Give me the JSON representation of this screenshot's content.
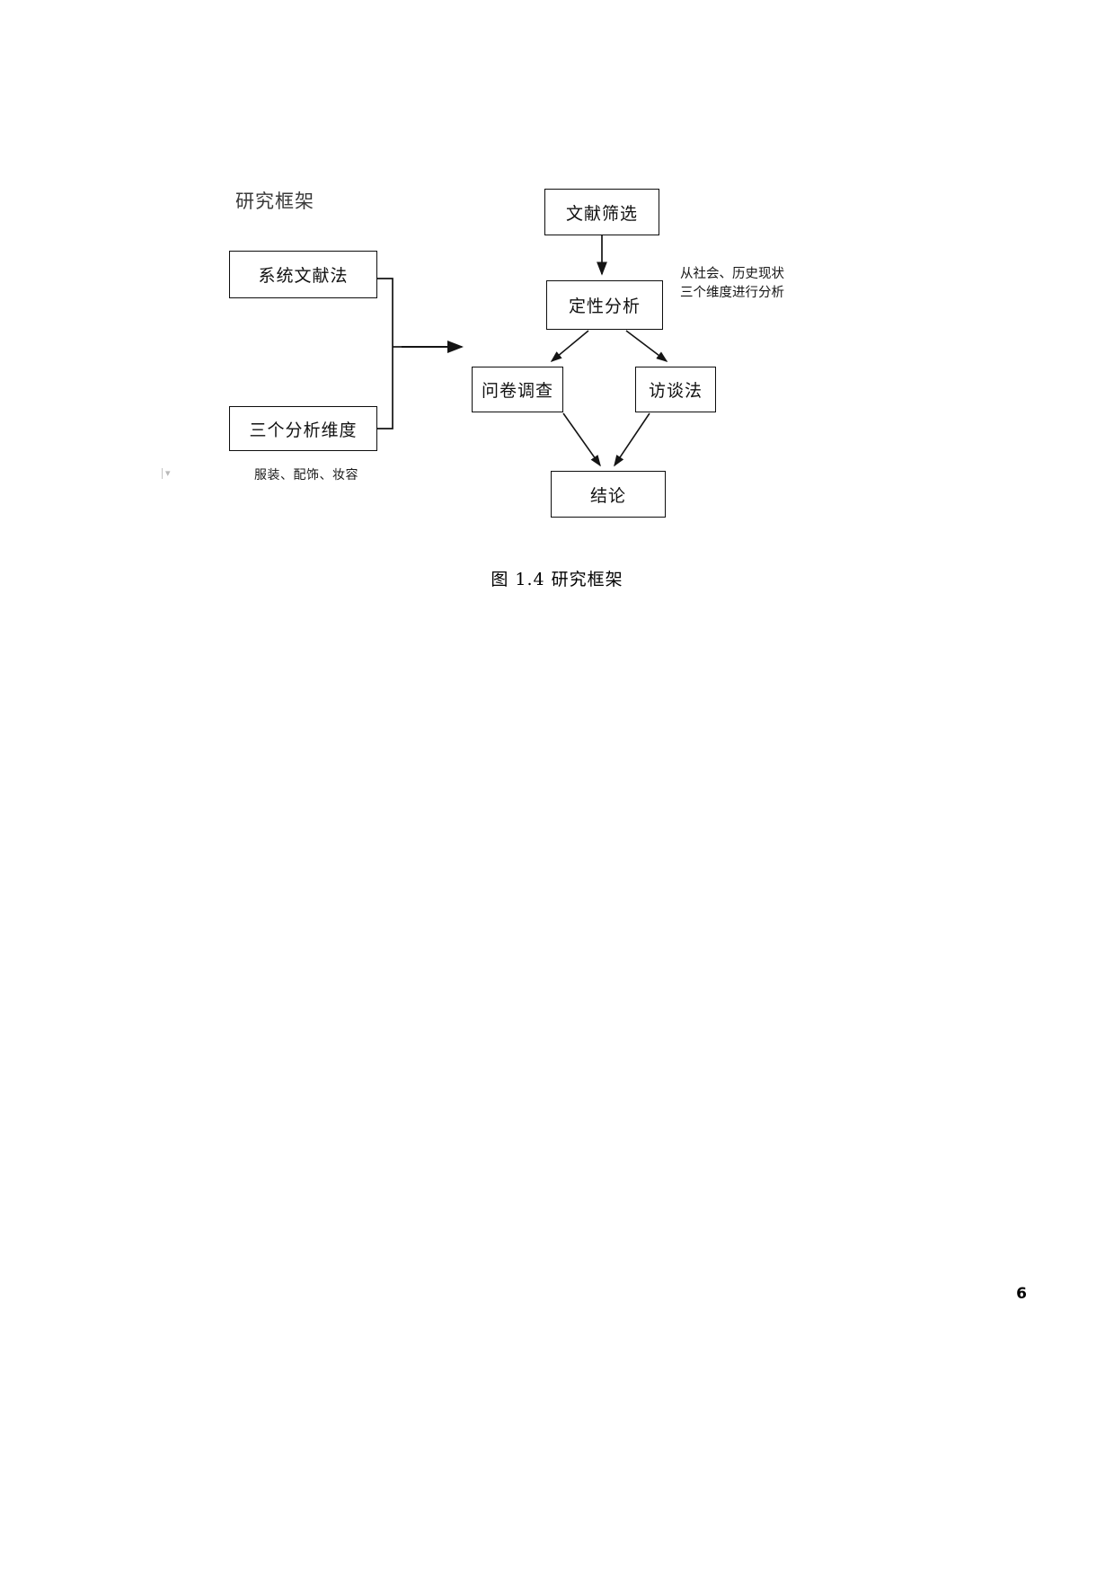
{
  "page": {
    "number": "6"
  },
  "figure": {
    "heading": "研究框架",
    "caption": "图 1.4 研究框架",
    "side_annotation": "从社会、历史现状三个维度进行分析",
    "dims_note": "服装、配饰、妆容",
    "stray_caret": "▾",
    "nodes": {
      "systematic_literature": "系统文献法",
      "three_dimensions": "三个分析维度",
      "literature_screening": "文献筛选",
      "qualitative_analysis": "定性分析",
      "questionnaire_survey": "问卷调查",
      "interview_method": "访谈法",
      "conclusion": "结论"
    },
    "colors": {
      "box_border": "#0d0d0d",
      "text": "#111111",
      "heading": "#3a3a3a",
      "connector": "#141414",
      "background": "#ffffff"
    }
  }
}
